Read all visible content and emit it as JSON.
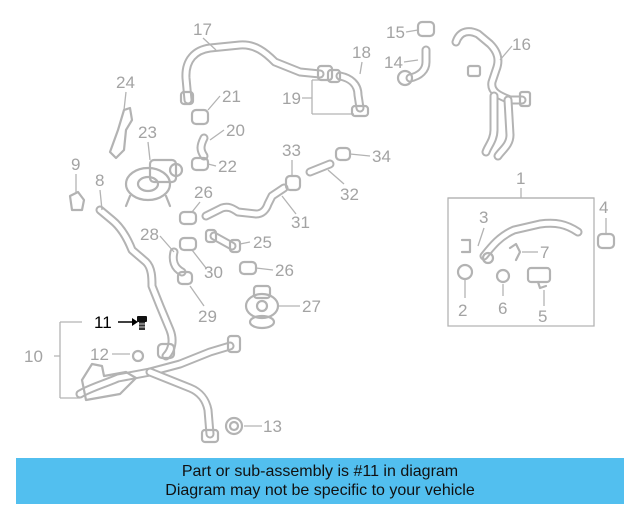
{
  "callouts": {
    "n1": "1",
    "n2": "2",
    "n3": "3",
    "n4": "4",
    "n5": "5",
    "n6": "6",
    "n7": "7",
    "n8": "8",
    "n9": "9",
    "n10": "10",
    "n11": "11",
    "n12": "12",
    "n13": "13",
    "n14": "14",
    "n15": "15",
    "n16": "16",
    "n17": "17",
    "n18": "18",
    "n19": "19",
    "n20": "20",
    "n21": "21",
    "n22": "22",
    "n23": "23",
    "n24": "24",
    "n25": "25",
    "n26a": "26",
    "n26b": "26",
    "n27": "27",
    "n28": "28",
    "n29": "29",
    "n30": "30",
    "n31": "31",
    "n32": "32",
    "n33": "33",
    "n34": "34"
  },
  "highlighted_part": "11",
  "banner": {
    "line1": "Part or sub-assembly is #11 in diagram",
    "line2": "Diagram may not be specific to your vehicle"
  },
  "colors": {
    "banner_bg": "#52bfef",
    "part_stroke": "#b3b3b3",
    "label_gray": "#a3a3a3",
    "highlight": "#000000"
  }
}
